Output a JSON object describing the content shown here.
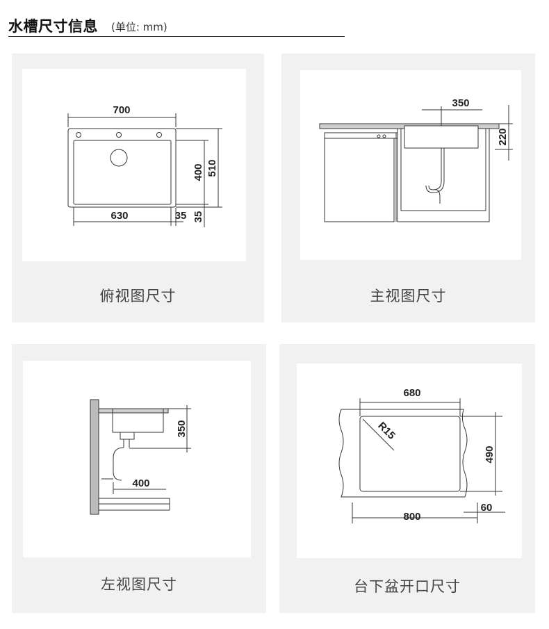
{
  "header": {
    "title": "水槽尺寸信息",
    "unit": "(单位: mm)"
  },
  "views": [
    {
      "caption": "俯视图尺寸",
      "dims": {
        "width_total": "700",
        "width_inner": "630",
        "depth_inner": "400",
        "depth_total": "510",
        "right_margin": "35",
        "bottom_margin": "35"
      }
    },
    {
      "caption": "主视图尺寸",
      "dims": {
        "bowl_width": "350",
        "bowl_height": "220"
      }
    },
    {
      "caption": "左视图尺寸",
      "dims": {
        "bowl_depth": "350",
        "drain_offset": "400"
      }
    },
    {
      "caption": "台下盆开口尺寸",
      "dims": {
        "cut_width": "680",
        "cut_depth": "490",
        "corner_radius": "R15",
        "cabinet_width": "800",
        "edge_margin": "60"
      }
    }
  ]
}
